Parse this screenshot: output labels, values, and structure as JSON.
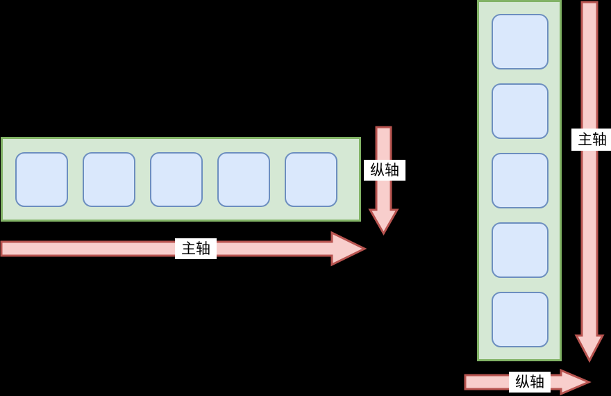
{
  "palette": {
    "canvas_background": "#000000",
    "container_fill": "#d5e8d4",
    "container_stroke": "#82b366",
    "item_fill": "#dae8fc",
    "item_stroke": "#6c8ebf",
    "arrow_fill": "#f8cecc",
    "arrow_stroke": "#b85450",
    "label_bg": "#ffffff",
    "label_text": "#000000"
  },
  "row_diagram": {
    "item_count": 5,
    "main_axis_label": "主轴",
    "main_axis_direction": "left-to-right",
    "cross_axis_label": "纵轴",
    "cross_axis_direction": "top-to-bottom"
  },
  "column_diagram": {
    "item_count": 5,
    "main_axis_label": "主轴",
    "main_axis_direction": "top-to-bottom",
    "cross_axis_label": "纵轴",
    "cross_axis_direction": "left-to-right"
  }
}
